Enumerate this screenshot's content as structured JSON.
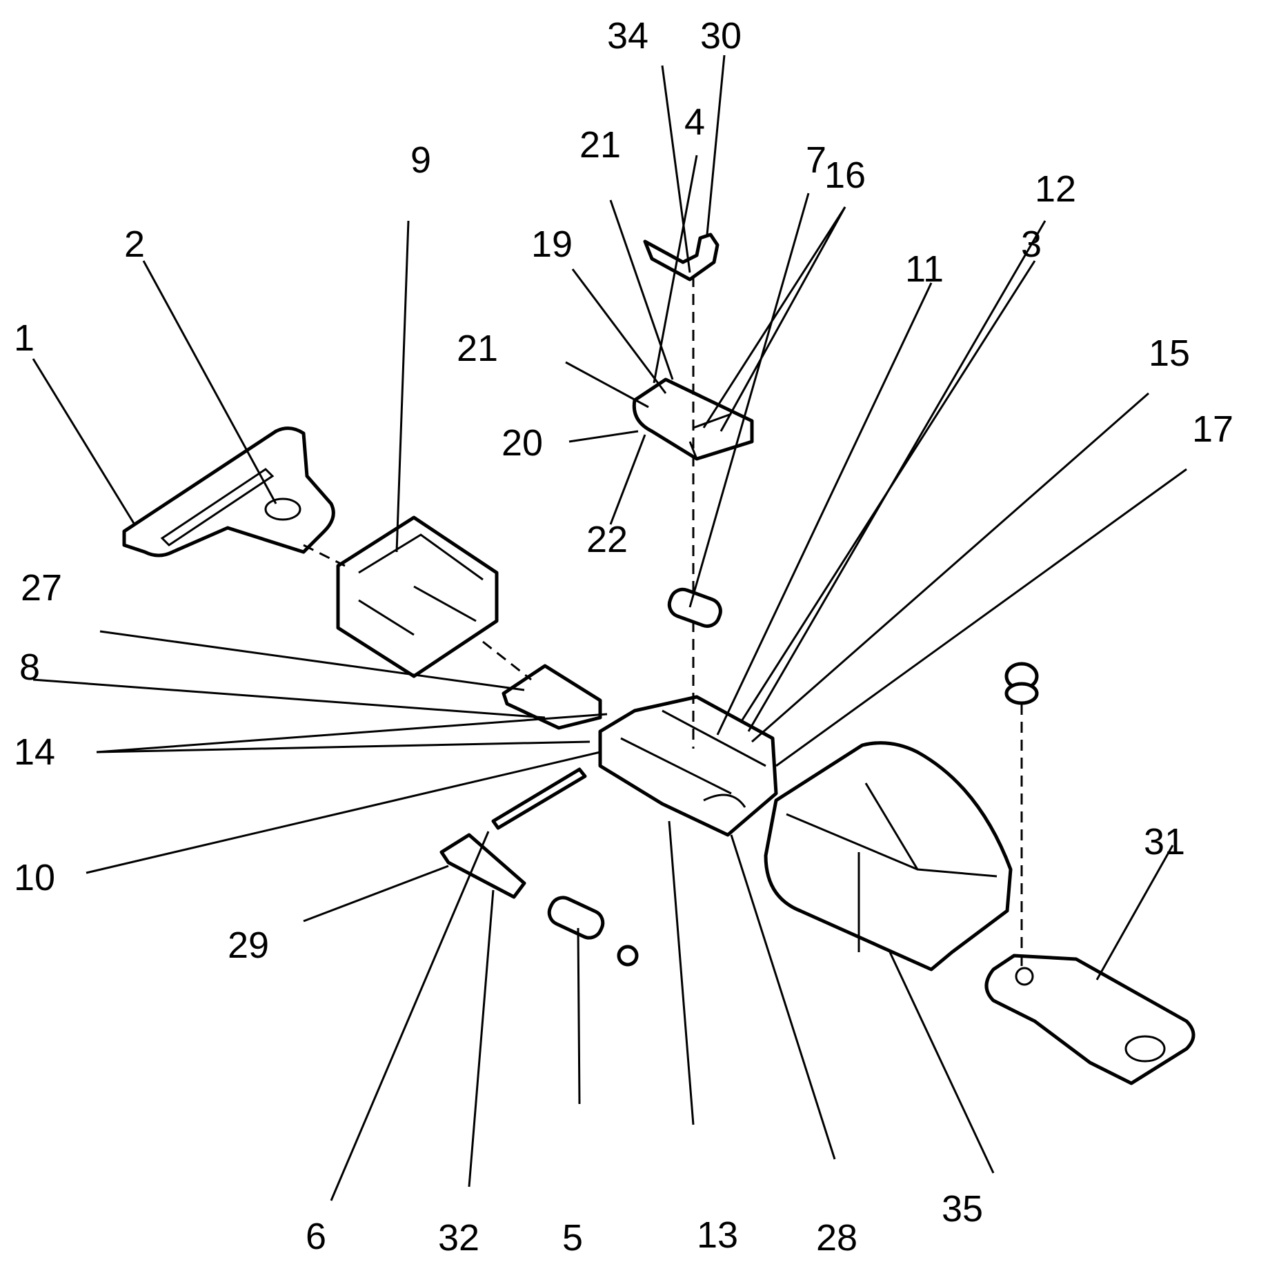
{
  "figure": {
    "type": "exploded-assembly-drawing",
    "subject": "seat belt buckle assembly"
  },
  "labels": [
    {
      "id": "1",
      "text": "1"
    },
    {
      "id": "2",
      "text": "2"
    },
    {
      "id": "3",
      "text": "3"
    },
    {
      "id": "4",
      "text": "4"
    },
    {
      "id": "5",
      "text": "5"
    },
    {
      "id": "6",
      "text": "6"
    },
    {
      "id": "7",
      "text": "7"
    },
    {
      "id": "8",
      "text": "8"
    },
    {
      "id": "9",
      "text": "9"
    },
    {
      "id": "10",
      "text": "10"
    },
    {
      "id": "11",
      "text": "11"
    },
    {
      "id": "12",
      "text": "12"
    },
    {
      "id": "13",
      "text": "13"
    },
    {
      "id": "14",
      "text": "14"
    },
    {
      "id": "15",
      "text": "15"
    },
    {
      "id": "16",
      "text": "16"
    },
    {
      "id": "17",
      "text": "17"
    },
    {
      "id": "19",
      "text": "19"
    },
    {
      "id": "20",
      "text": "20"
    },
    {
      "id": "21a",
      "text": "21"
    },
    {
      "id": "21b",
      "text": "21"
    },
    {
      "id": "22",
      "text": "22"
    },
    {
      "id": "27",
      "text": "27"
    },
    {
      "id": "28",
      "text": "28"
    },
    {
      "id": "29",
      "text": "29"
    },
    {
      "id": "30",
      "text": "30"
    },
    {
      "id": "31",
      "text": "31"
    },
    {
      "id": "32",
      "text": "32"
    },
    {
      "id": "34",
      "text": "34"
    },
    {
      "id": "35",
      "text": "35"
    }
  ]
}
